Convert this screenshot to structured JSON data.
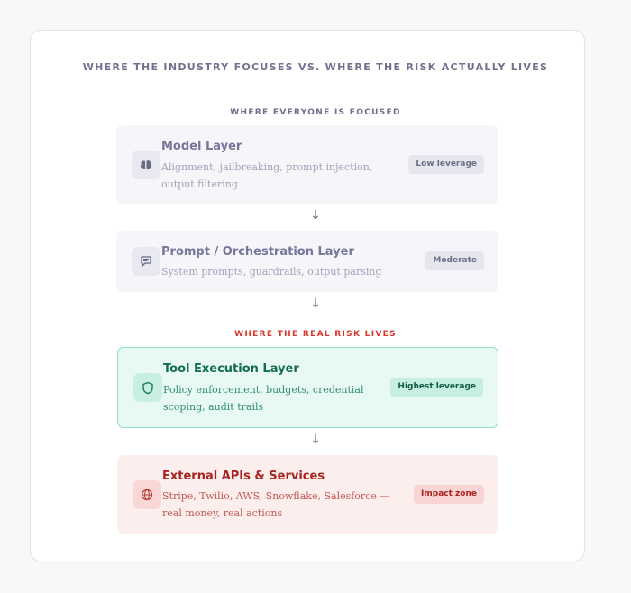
{
  "title": "WHERE THE INDUSTRY FOCUSES VS. WHERE THE RISK ACTUALLY LIVES",
  "sections": {
    "focused": "WHERE EVERYONE IS FOCUSED",
    "risk": "WHERE THE REAL RISK LIVES"
  },
  "arrow_glyph": "↓",
  "layers": [
    {
      "name": "Model Layer",
      "desc": "Alignment, jailbreaking, prompt injection, output filtering",
      "badge": "Low leverage",
      "icon": "brain-icon"
    },
    {
      "name": "Prompt / Orchestration Layer",
      "desc": "System prompts, guardrails, output parsing",
      "badge": "Moderate",
      "icon": "chat-icon"
    },
    {
      "name": "Tool Execution Layer",
      "desc": "Policy enforcement, budgets, credential scoping, audit trails",
      "badge": "Highest leverage",
      "icon": "shield-icon"
    },
    {
      "name": "External APIs & Services",
      "desc": "Stripe, Twilio, AWS, Snowflake, Salesforce — real money, real actions",
      "badge": "Impact zone",
      "icon": "globe-icon"
    }
  ],
  "colors": {
    "muted": "#77769a",
    "safe_accent": "#146d53",
    "risk_accent": "#a8231f",
    "risk_label": "#d9362c"
  }
}
